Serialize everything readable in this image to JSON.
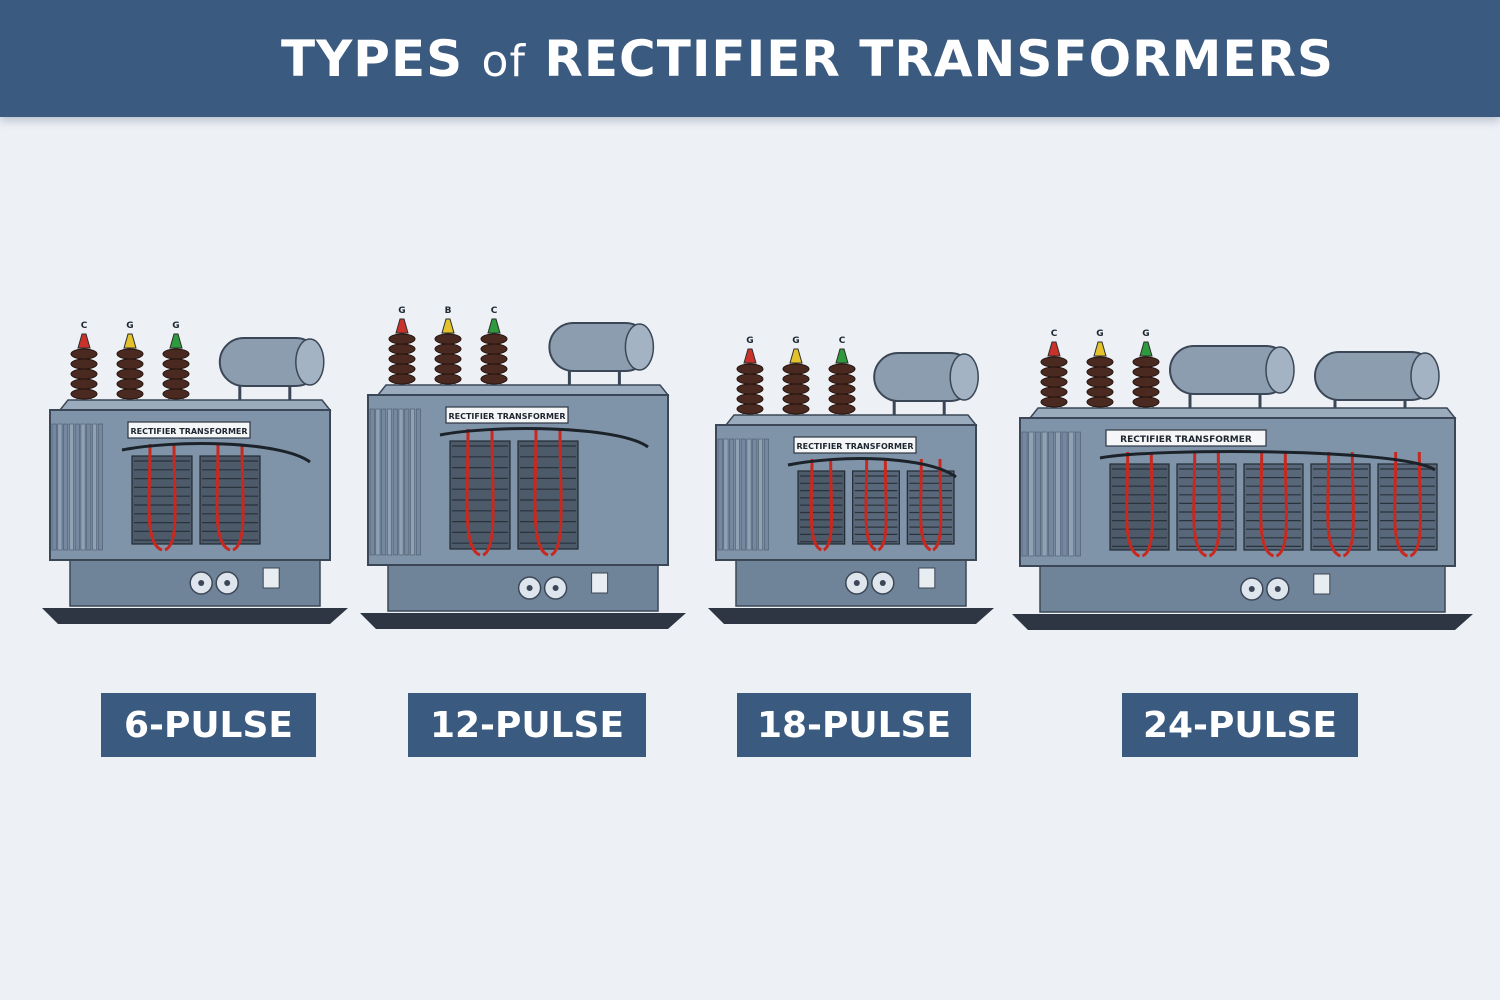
{
  "header": {
    "title_part1": "TYPES",
    "title_of": "of",
    "title_part2": "RECTIFIER TRANSFORMERS"
  },
  "colors": {
    "header_bg": "#3a5a80",
    "label_bg": "#3a5a80",
    "tank": "#7f93a9",
    "cable": "#c8281e"
  },
  "units": [
    {
      "label": "6-PULSE",
      "nameplate": "RECTIFIER TRANSFORMER",
      "bushings": [
        "C",
        "G",
        "G"
      ],
      "sections": 1,
      "conservators": 1
    },
    {
      "label": "12-PULSE",
      "nameplate": "RECTIFIER TRANSFORMER",
      "bushings": [
        "G",
        "B",
        "C"
      ],
      "sections": 1,
      "conservators": 1
    },
    {
      "label": "18-PULSE",
      "nameplate": "RECTIFIER TRANSFORMER",
      "bushings": [
        "G",
        "G",
        "C"
      ],
      "sections": 2,
      "conservators": 1
    },
    {
      "label": "24-PULSE",
      "nameplate": "RECTIFIER TRANSFORMER",
      "bushings": [
        "C",
        "G",
        "G"
      ],
      "sections": 4,
      "conservators": 2
    }
  ]
}
